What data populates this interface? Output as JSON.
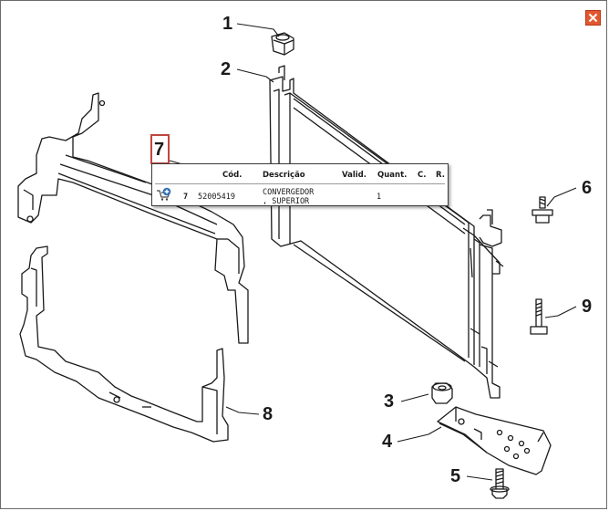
{
  "callouts": {
    "c1": "1",
    "c2": "2",
    "c3": "3",
    "c4": "4",
    "c5": "5",
    "c6": "6",
    "c7": "7",
    "c8": "8",
    "c9": "9"
  },
  "popup": {
    "headers": {
      "cod": "Cód.",
      "descricao": "Descrição",
      "valid": "Valid.",
      "quant": "Quant.",
      "c": "C.",
      "r": "R."
    },
    "row": {
      "num": "7",
      "cod": "52005419",
      "desc_line1": "CONVERGEDOR",
      "desc_line2": ", SUPERIOR",
      "quant": "1"
    }
  },
  "icons": {
    "close": "close-icon",
    "cart": "add-to-cart-icon"
  },
  "colors": {
    "close_button": "#e4562e",
    "callout_border": "#c0463f",
    "add_icon": "#2b6fb3"
  }
}
